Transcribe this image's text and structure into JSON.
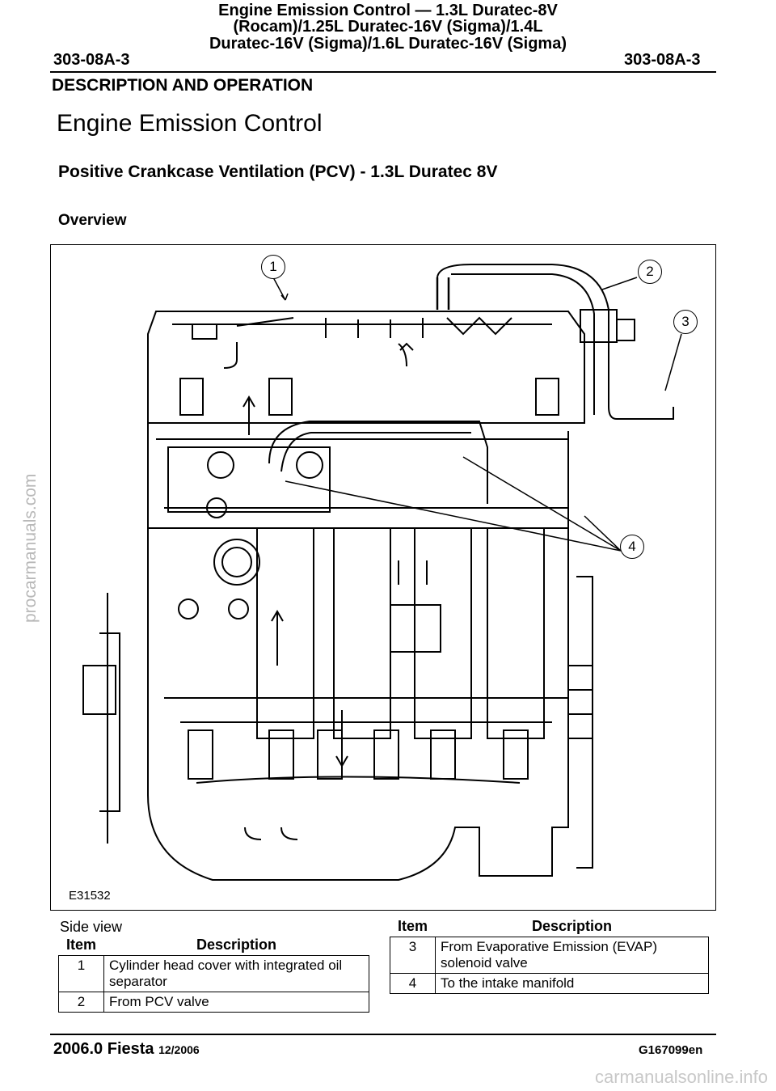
{
  "header": {
    "title_lines": [
      "Engine Emission Control — 1.3L Duratec-8V",
      "(Rocam)/1.25L Duratec-16V (Sigma)/1.4L",
      "Duratec-16V (Sigma)/1.6L Duratec-16V (Sigma)"
    ],
    "code_left": "303-08A-3",
    "code_right": "303-08A-3"
  },
  "section": "DESCRIPTION AND OPERATION",
  "page_title": "Engine Emission Control",
  "subtitle": "Positive Crankcase Ventilation (PCV) - 1.3L Duratec 8V",
  "overview": "Overview",
  "figure": {
    "id": "E31532",
    "callouts": [
      "1",
      "2",
      "3",
      "4"
    ]
  },
  "caption": "Side view",
  "legend_left": {
    "col_item": "Item",
    "col_desc": "Description",
    "rows": [
      {
        "item": "1",
        "desc": "Cylinder head cover with integrated oil separator"
      },
      {
        "item": "2",
        "desc": "From PCV valve"
      }
    ]
  },
  "legend_right": {
    "col_item": "Item",
    "col_desc": "Description",
    "rows": [
      {
        "item": "3",
        "desc": "From Evaporative Emission (EVAP) solenoid valve"
      },
      {
        "item": "4",
        "desc": "To the intake manifold"
      }
    ]
  },
  "footer": {
    "model": "2006.0 Fiesta",
    "date": "12/2006",
    "doc_code": "G167099en"
  },
  "watermarks": {
    "side": "procarmanuals.com",
    "bottom": "carmanualsonline.info"
  }
}
